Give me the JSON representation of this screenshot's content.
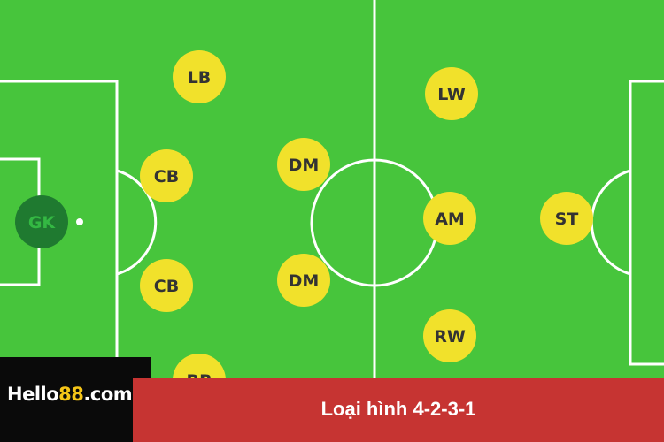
{
  "field": {
    "grass_color": "#47c53c",
    "line_color": "#ffffff"
  },
  "players": [
    {
      "label": "GK",
      "color": "#1f7a30",
      "text_color": "#34b843"
    },
    {
      "label": "LB",
      "color": "#f1e12b",
      "text_color": "#333333"
    },
    {
      "label": "CB",
      "color": "#f1e12b",
      "text_color": "#333333"
    },
    {
      "label": "CB",
      "color": "#f1e12b",
      "text_color": "#333333"
    },
    {
      "label": "RB",
      "color": "#f1e12b",
      "text_color": "#333333"
    },
    {
      "label": "DM",
      "color": "#f1e12b",
      "text_color": "#333333"
    },
    {
      "label": "DM",
      "color": "#f1e12b",
      "text_color": "#333333"
    },
    {
      "label": "LW",
      "color": "#f1e12b",
      "text_color": "#333333"
    },
    {
      "label": "AM",
      "color": "#f1e12b",
      "text_color": "#333333"
    },
    {
      "label": "RW",
      "color": "#f1e12b",
      "text_color": "#333333"
    },
    {
      "label": "ST",
      "color": "#f1e12b",
      "text_color": "#333333"
    }
  ],
  "brand": {
    "name_part1": "Hello",
    "name_number": "88",
    "name_part2": ".com",
    "number_color": "#f5c518"
  },
  "banner": {
    "title": "Loại hình 4-2-3-1",
    "color": "#c63432"
  }
}
